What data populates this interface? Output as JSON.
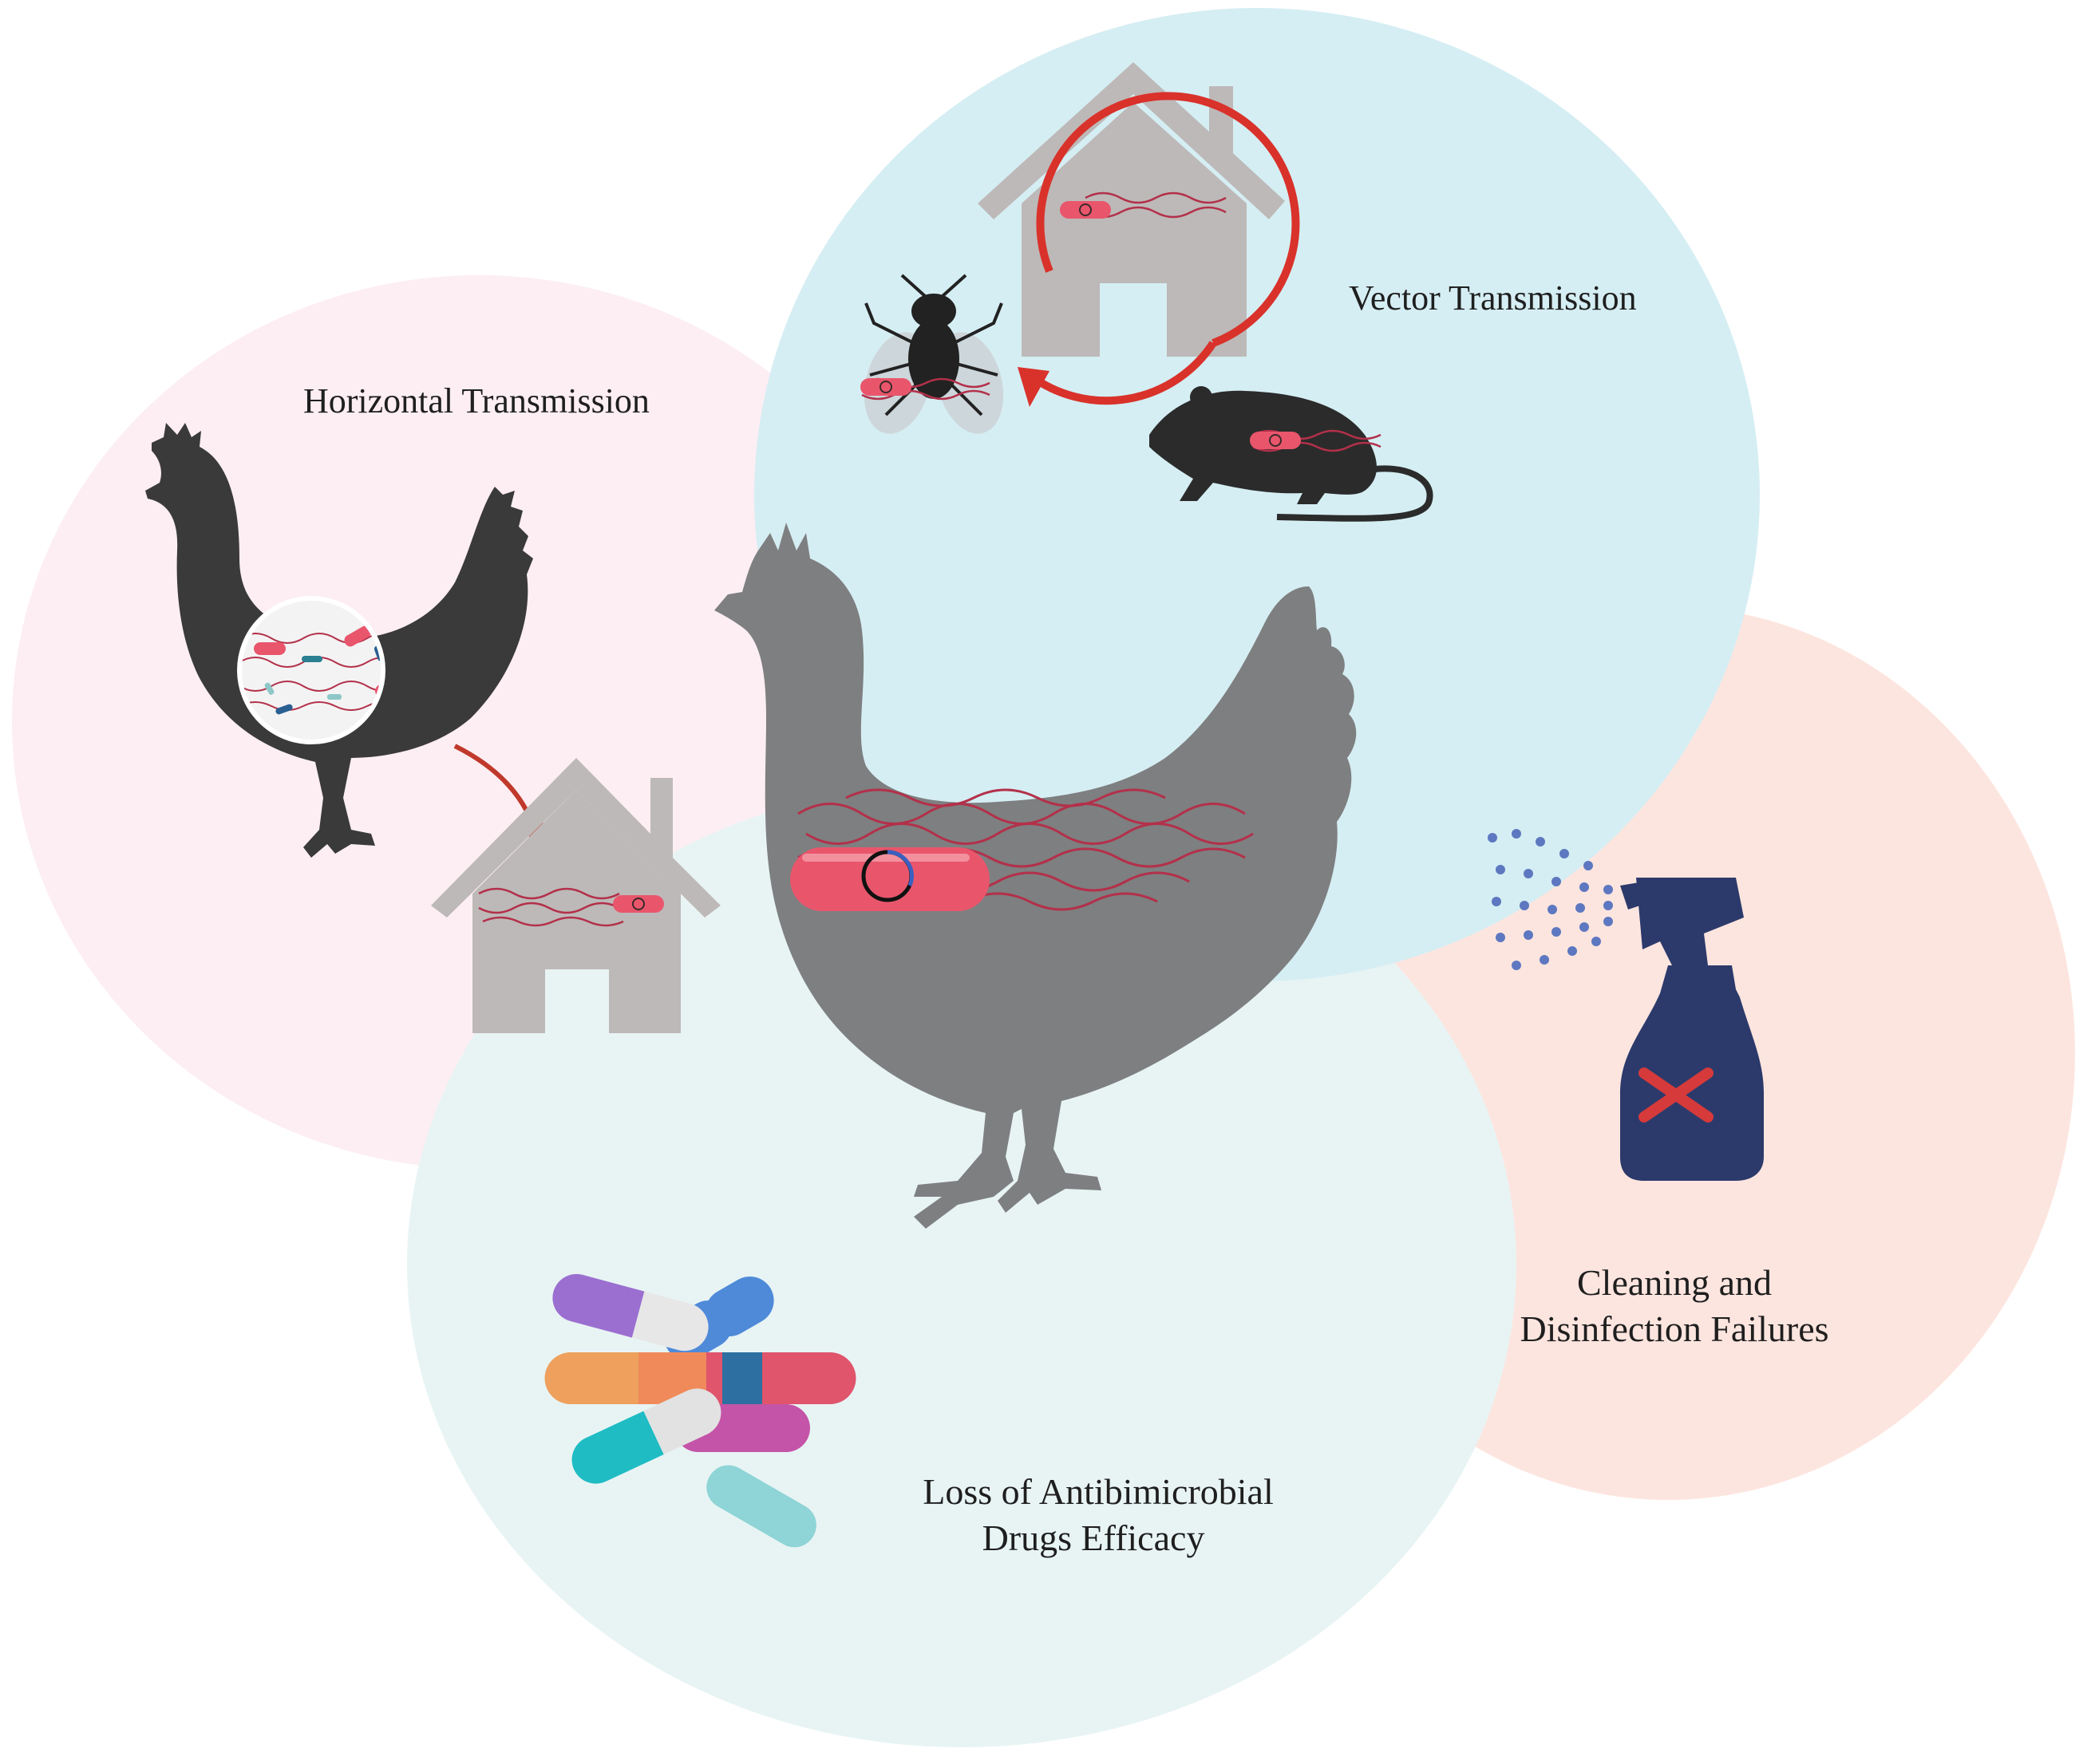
{
  "labels": {
    "horizontal": "Horizontal Transmission",
    "vector": "Vector Transmission",
    "cleaning_line1": "Cleaning and",
    "cleaning_line2": "Disinfection Failures",
    "drugs_line1": "Loss of Antibimicrobial",
    "drugs_line2": "Drugs Efficacy"
  },
  "colors": {
    "horizontal_circle": "#fdeef3",
    "vector_circle": "#d5eef3",
    "cleaning_circle": "#fde5df",
    "drugs_circle": "#e8f4f4",
    "center_hen": "#7e7f80",
    "dark_hen": "#3a3a3a",
    "house": "#bdb9b8",
    "bacterium": "#e9566c",
    "flagella": "#b3304a",
    "arrow_red": "#d9322b",
    "spray_bottle": "#2c3a6b",
    "spray_mist": "#5d78c0",
    "cross": "#d63a3a"
  },
  "icons": {
    "hen_left": "hen-icon",
    "hen_center": "hen-icon",
    "house": "house-icon",
    "fly": "fly-icon",
    "mouse": "mouse-icon",
    "spray_bottle": "spray-bottle-icon",
    "pills": "capsules-icon",
    "bacterium": "bacterium-icon"
  }
}
